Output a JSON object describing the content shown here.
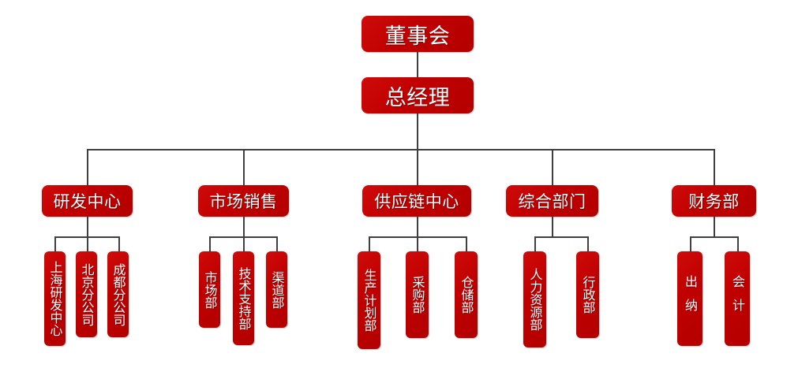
{
  "chart": {
    "title_text": "",
    "colors": {
      "node_fill": "#C00000",
      "node_fill_light": "#CF0B0B",
      "node_text": "#FFFFFF",
      "connector": "#3F3F3F",
      "background": "#FFFFFF"
    },
    "root": {
      "label": "董事会"
    },
    "second": {
      "label": "总经理"
    },
    "departments": [
      {
        "label": "研发中心",
        "children": [
          {
            "label": "上海研发中心",
            "spaced": false
          },
          {
            "label": "北京分公司",
            "spaced": false
          },
          {
            "label": "成都分公司",
            "spaced": false
          }
        ]
      },
      {
        "label": "市场销售",
        "children": [
          {
            "label": "市场部",
            "spaced": false
          },
          {
            "label": "技术支持部",
            "spaced": false
          },
          {
            "label": "渠道部",
            "spaced": false
          }
        ]
      },
      {
        "label": "供应链中心",
        "children": [
          {
            "label": "生产计划部",
            "spaced": false
          },
          {
            "label": "采购部",
            "spaced": false
          },
          {
            "label": "仓储部",
            "spaced": false
          }
        ]
      },
      {
        "label": "综合部门",
        "children": [
          {
            "label": "人力资源部",
            "spaced": false
          },
          {
            "label": "行政部",
            "spaced": false
          }
        ]
      },
      {
        "label": "财务部",
        "children": [
          {
            "label": "出纳",
            "spaced": true
          },
          {
            "label": "会计",
            "spaced": true
          }
        ]
      }
    ]
  }
}
